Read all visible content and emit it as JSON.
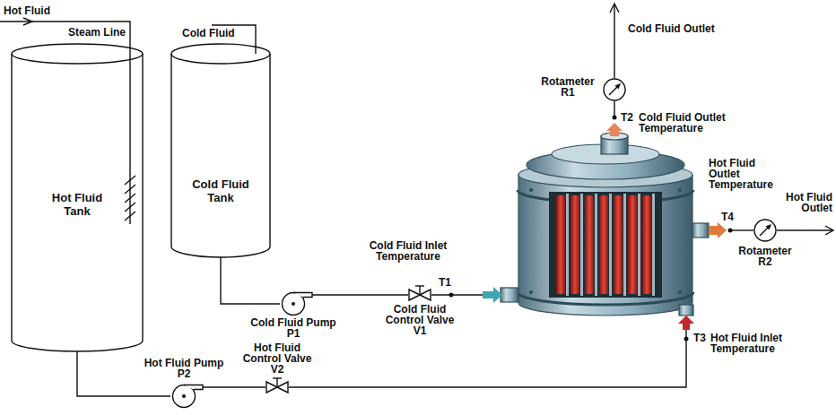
{
  "diagram": {
    "nodes": [
      {
        "text": [
          "Hot Fluid Tank"
        ]
      },
      {
        "text": [
          "Cold Fluid Tank"
        ]
      },
      {
        "text": [
          "Cold Fluid Pump",
          "P1"
        ]
      },
      {
        "text": [
          "Cold Fluid Control Valve",
          "V1"
        ]
      },
      {
        "text": [
          "Hot Fluid Pump",
          "P2"
        ]
      },
      {
        "text": [
          "Hot Fluid Control Valve",
          "V2"
        ]
      },
      {
        "text": [
          "Rotameter",
          "R1"
        ]
      },
      {
        "text": [
          "Rotameter",
          "R2"
        ]
      }
    ],
    "edges": [
      {
        "from": 0,
        "to": 4,
        "arrow": "none"
      },
      {
        "from": 4,
        "to": 5,
        "arrow": "none"
      },
      {
        "from": 1,
        "to": 2,
        "arrow": "none"
      },
      {
        "from": 2,
        "to": 3,
        "arrow": "none"
      }
    ],
    "labels": [
      "Hot Fluid",
      "Steam Line",
      "Cold Fluid",
      "Cold Fluid Inlet Temperature",
      "T1",
      "Cold Fluid Outlet",
      "T2",
      "Cold Fluid Outlet Temperature",
      "Hot Fluid Outlet Temperature",
      "T4",
      "Hot Fluid Outlet",
      "T3",
      "Hot Fluid Inlet Temperature"
    ]
  }
}
